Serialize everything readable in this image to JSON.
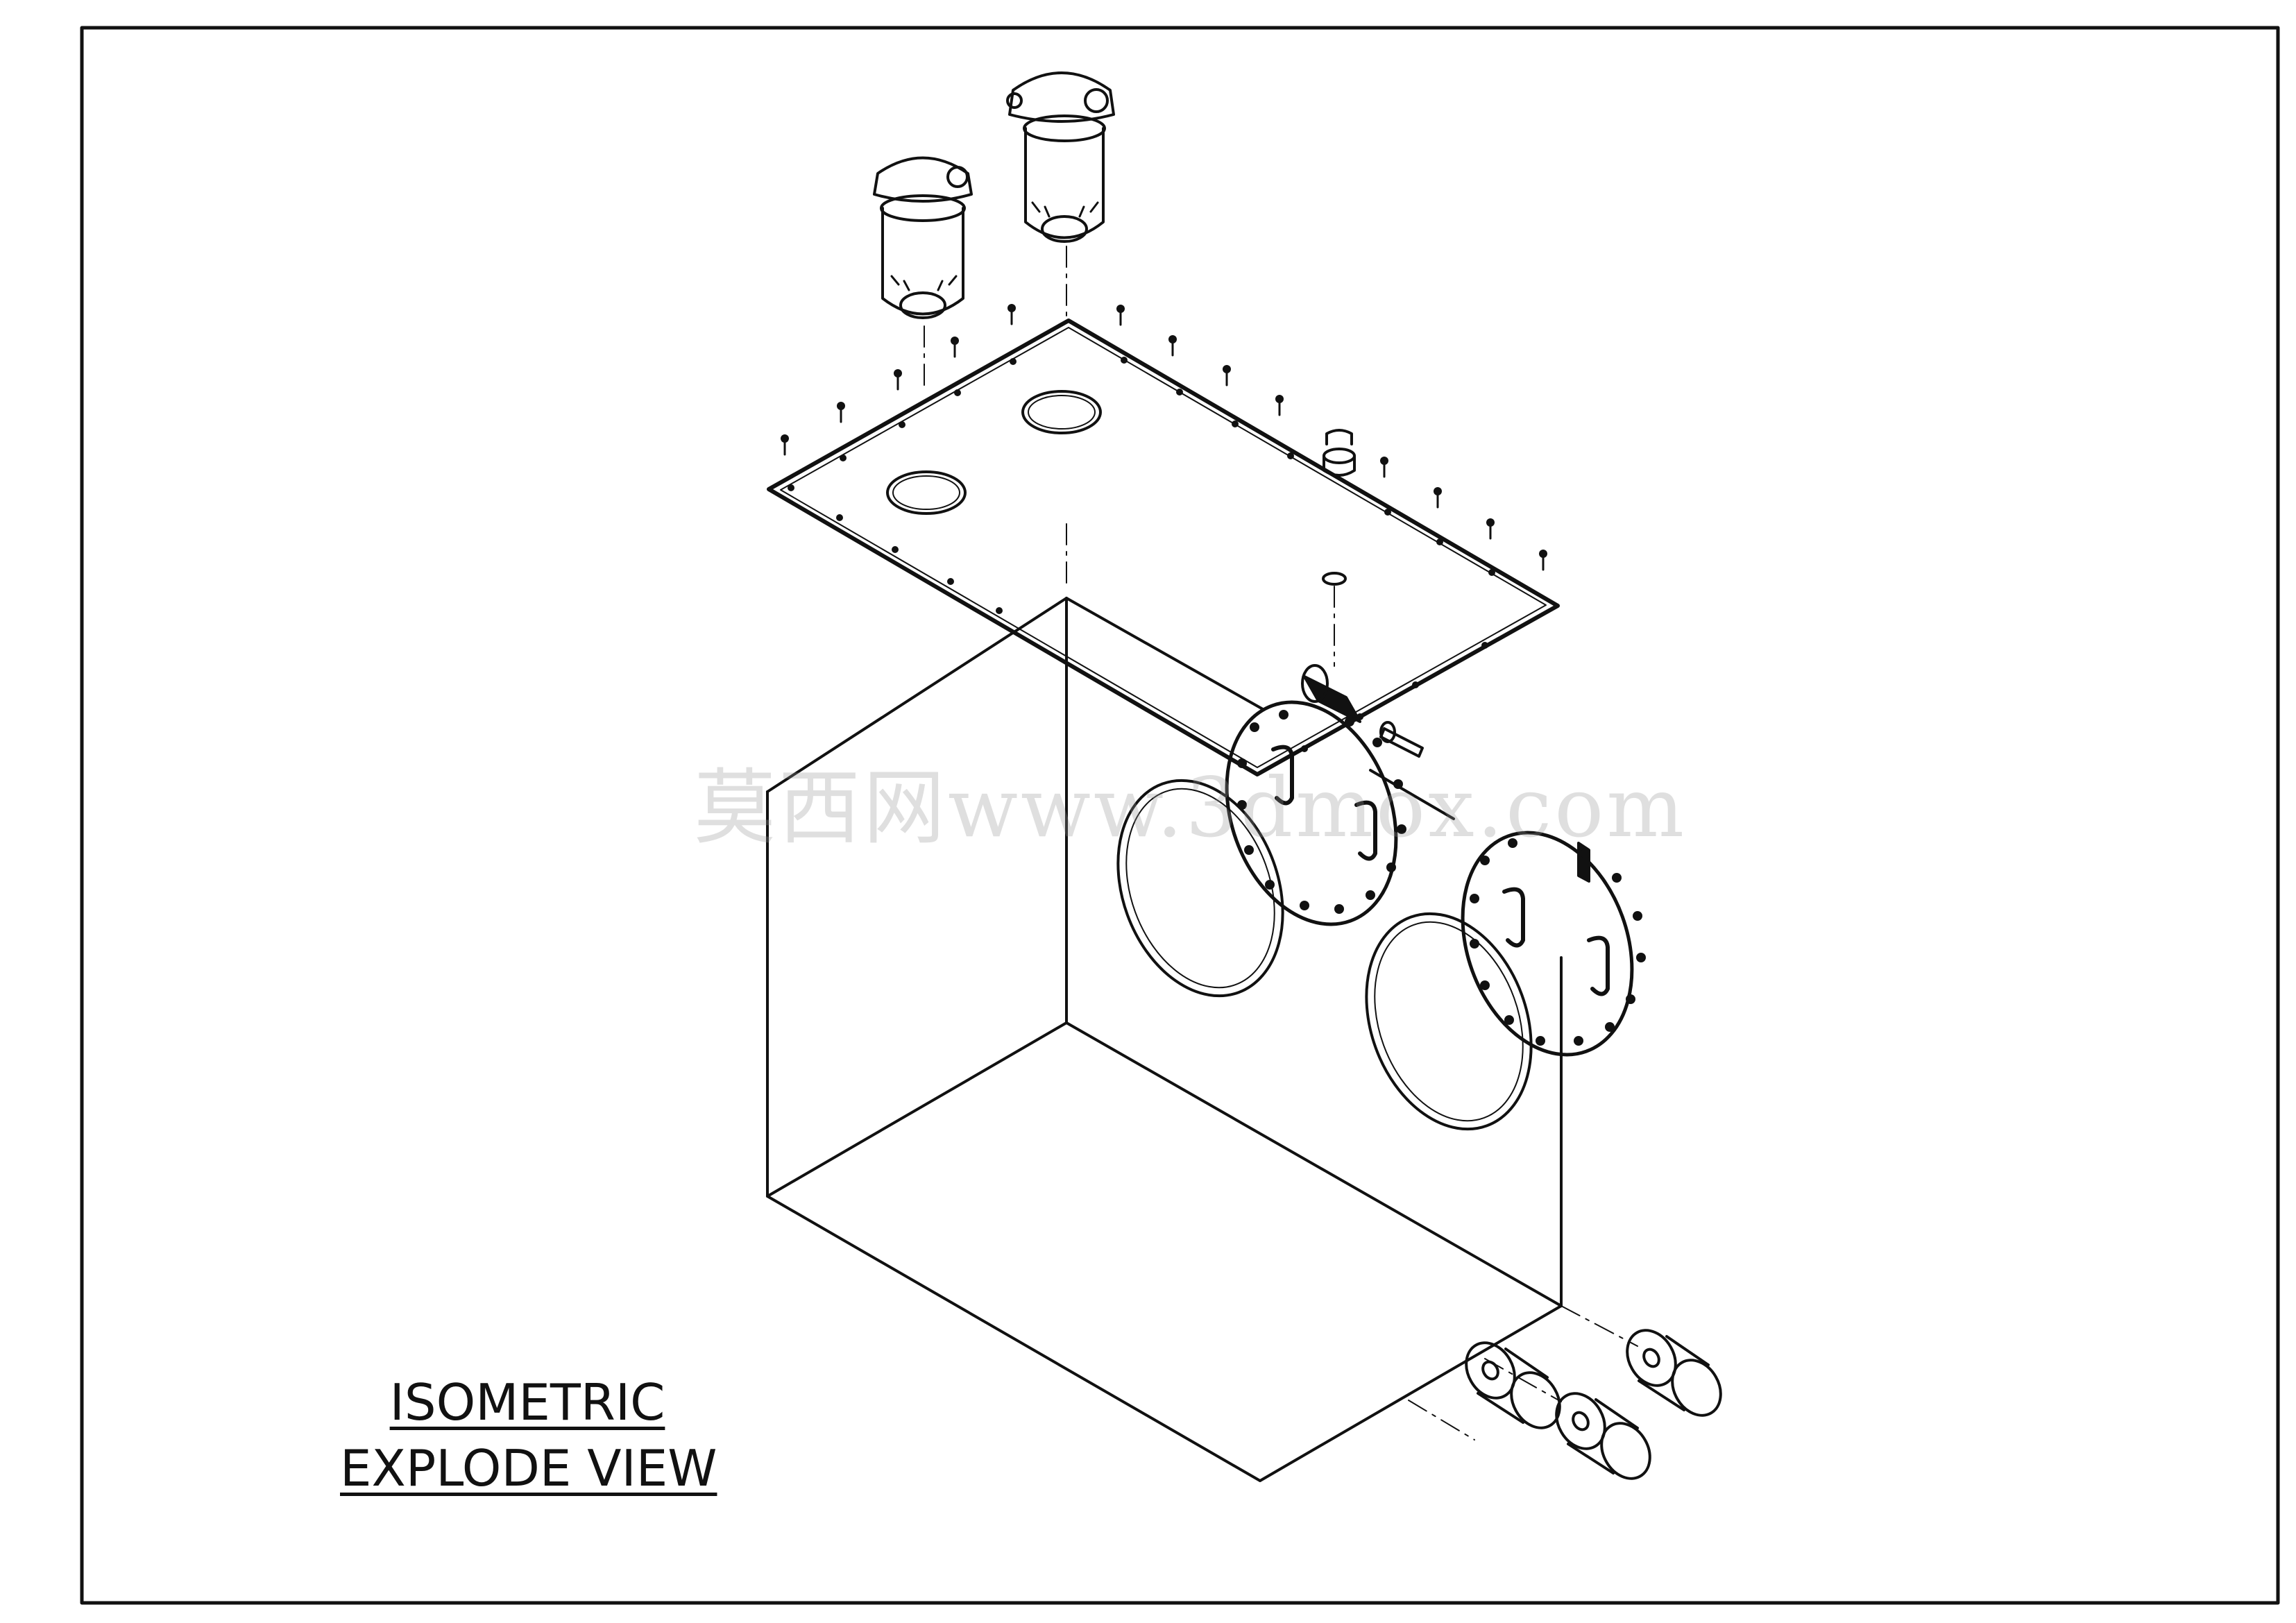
{
  "drawing": {
    "caption_line1": "ISOMETRIC",
    "caption_line2": "EXPLODE VIEW",
    "watermark": "莫西网www.3dmox.com"
  },
  "style": {
    "line_color": "#111111",
    "background": "#ffffff"
  }
}
